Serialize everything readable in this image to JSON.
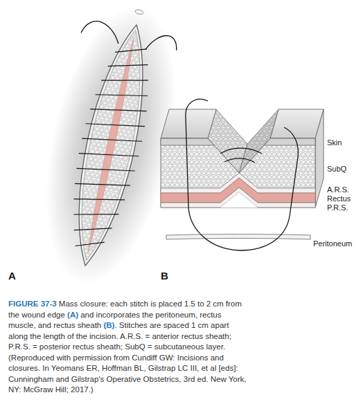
{
  "diagram": {
    "caption": "FIGURE 37-3 Mass closure: each stitch is placed 1.5 to 2 cm from the wound edge (A) and incorporates the peritoneum, rectus muscle, and rectus sheath (B). Stitches are spaced 1 cm apart along the length of the incision. A.R.S. = anterior rectus sheath; P.R.S. = posterior rectus sheath; SubQ = subcutaneous layer. (Reproduced with permission from Cundiff GW: Incisions and closures. In Yeomans ER, Hoffman BL, Gilstrap LC III, et al [eds]: Cunningham and Gilstrap's Operative Obstetrics, 3rd ed. New York, NY: McGraw Hill; 2017.)",
    "labels": [
      "A",
      "B",
      "Skin",
      "SubQ",
      "A.R.S.",
      "Rectus",
      "P.R.S.",
      "Peritoneum"
    ]
  }
}
